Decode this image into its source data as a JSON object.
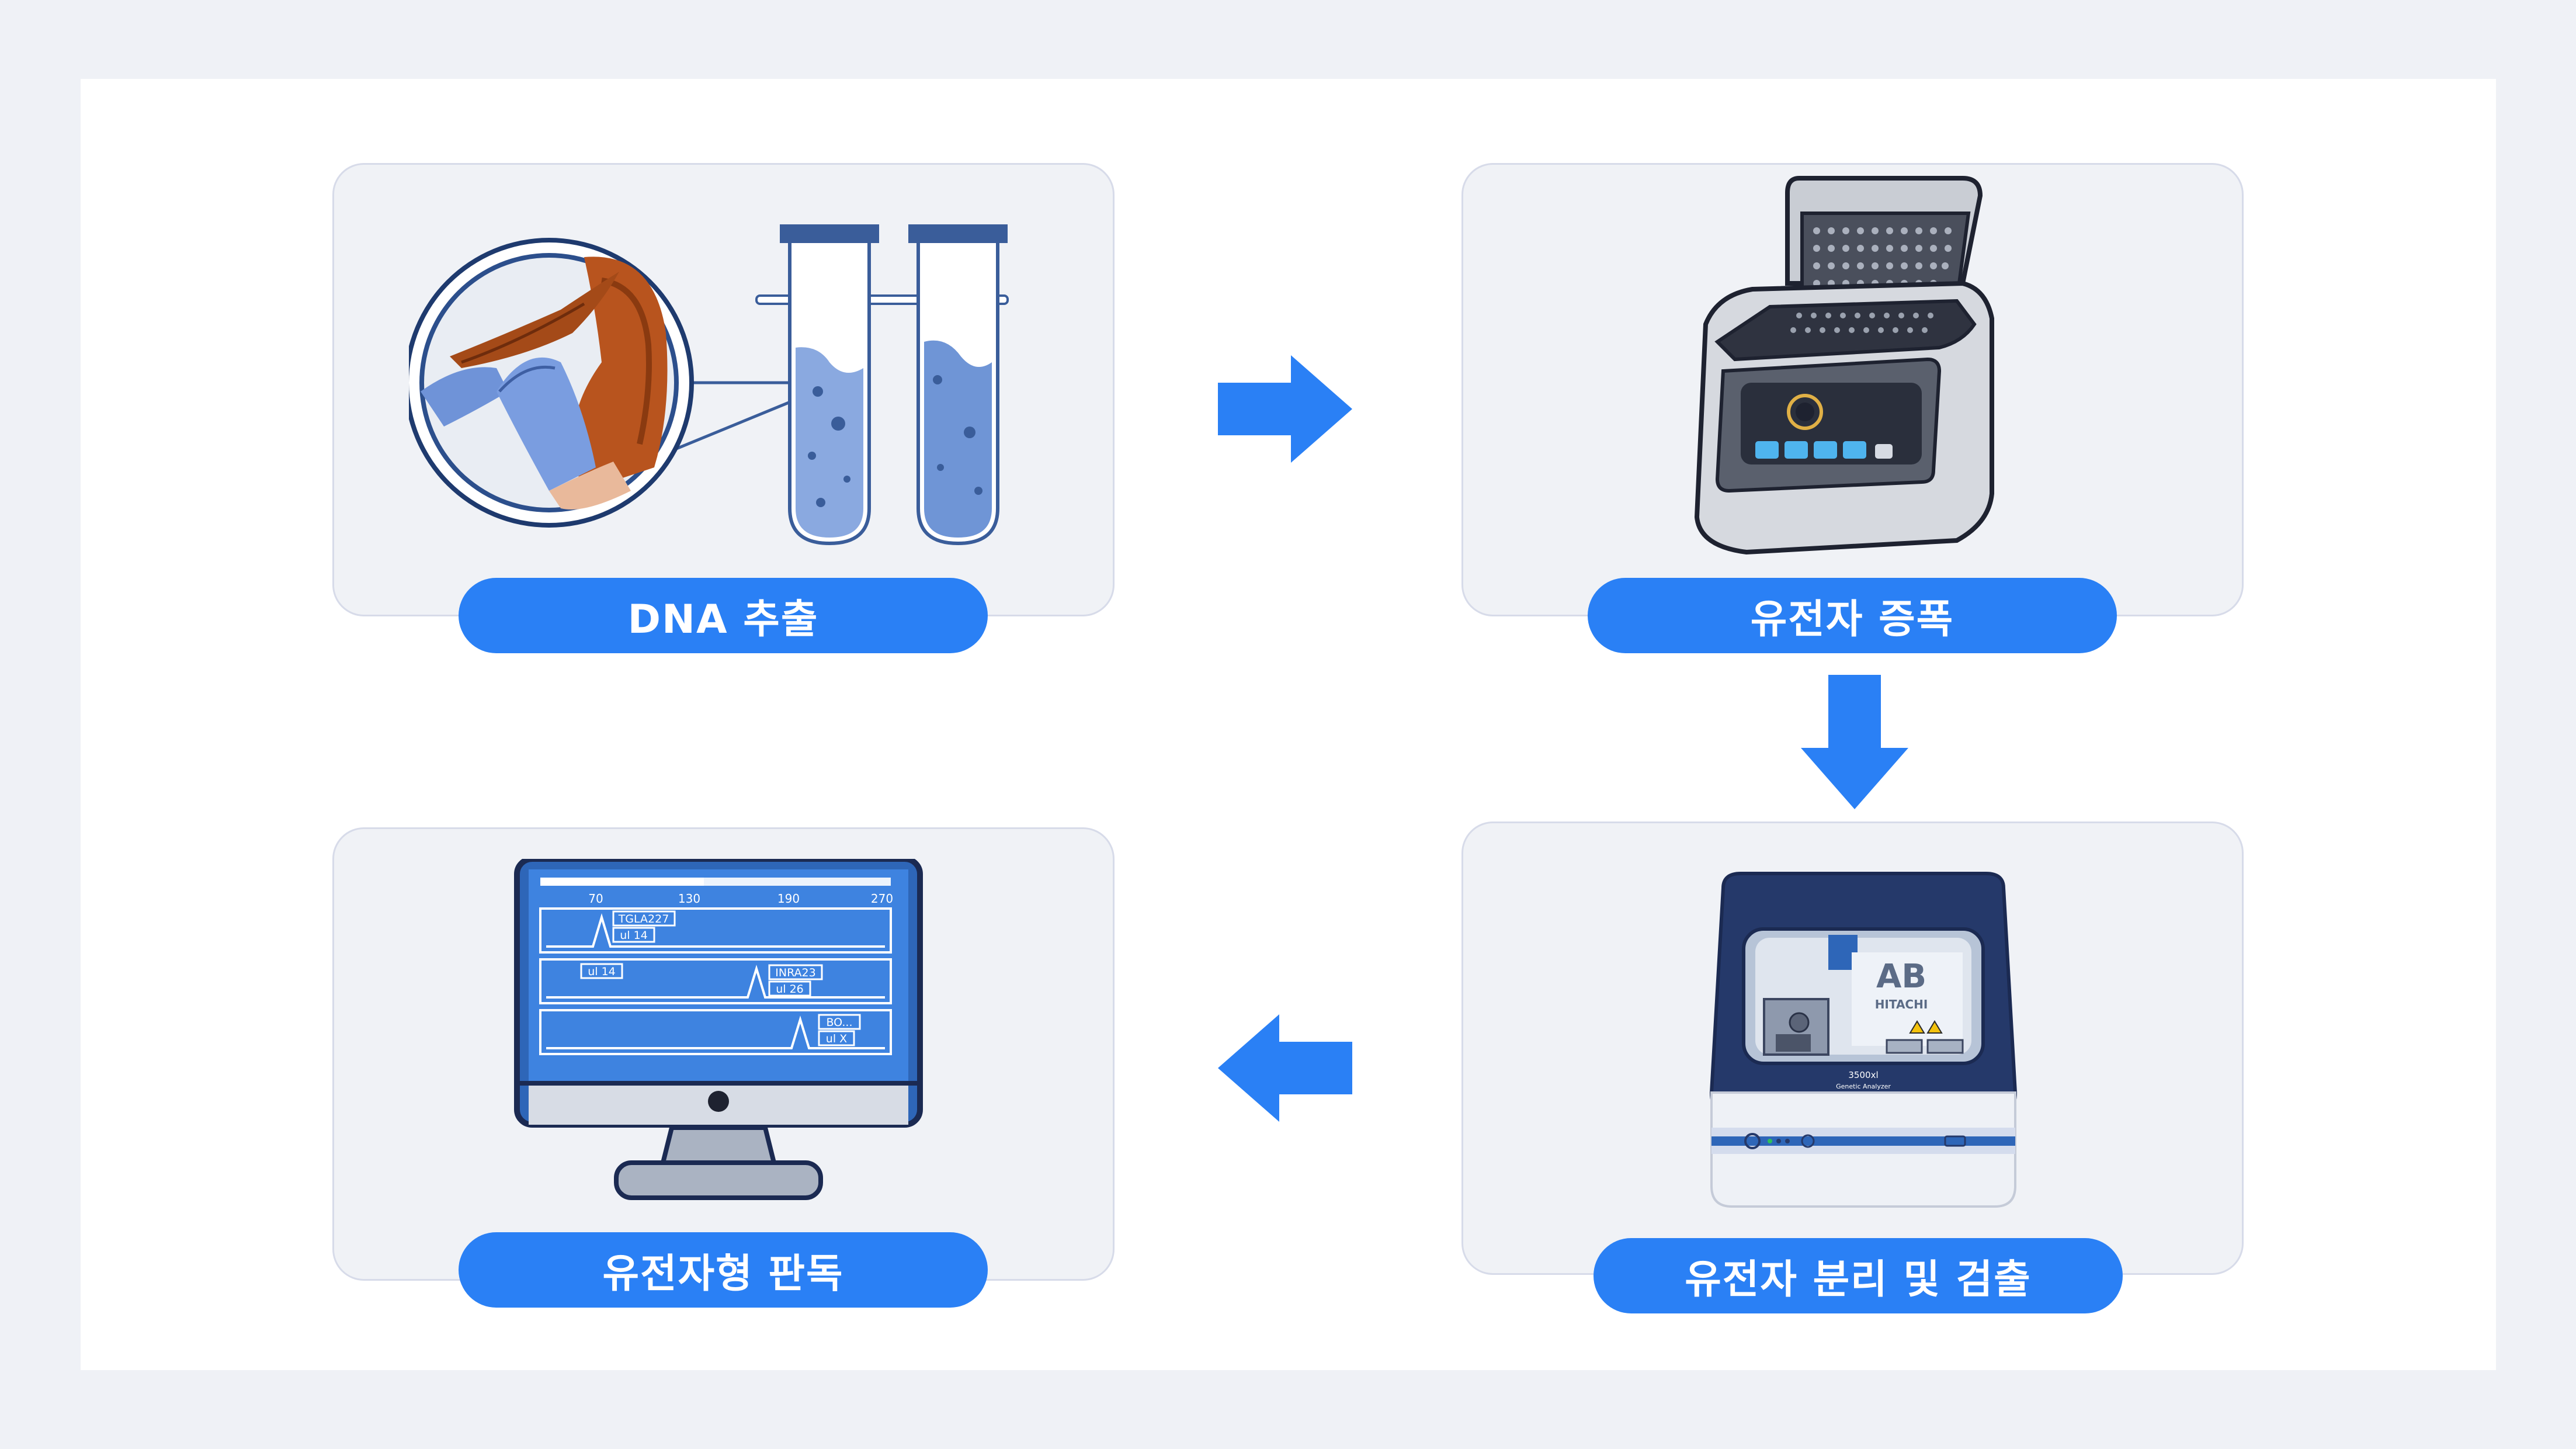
{
  "steps": [
    {
      "label": "DNA  추출"
    },
    {
      "label": "유전자 증폭"
    },
    {
      "label": "유전자 분리 및 검출"
    },
    {
      "label": "유전자형 판독"
    }
  ],
  "analyzer": {
    "brand_logo": "AB",
    "brand_name": "HITACHI",
    "model": "3500xl",
    "subtitle": "Genetic Analyzer"
  },
  "monitor": {
    "scale_ticks": [
      "70",
      "130",
      "190",
      "270"
    ],
    "peaks": [
      {
        "name": "TGLA227",
        "allele": "ul 14"
      },
      {
        "name": "ul 14",
        "allele": ""
      },
      {
        "name": "INRA23",
        "allele": "ul 26"
      },
      {
        "name": "BO...",
        "allele": "ul X"
      }
    ]
  },
  "colors": {
    "accent": "#2a80f5",
    "panel_bg": "#f0f2f6",
    "panel_border": "#d7dbe9",
    "navy": "#2c3e6b"
  }
}
